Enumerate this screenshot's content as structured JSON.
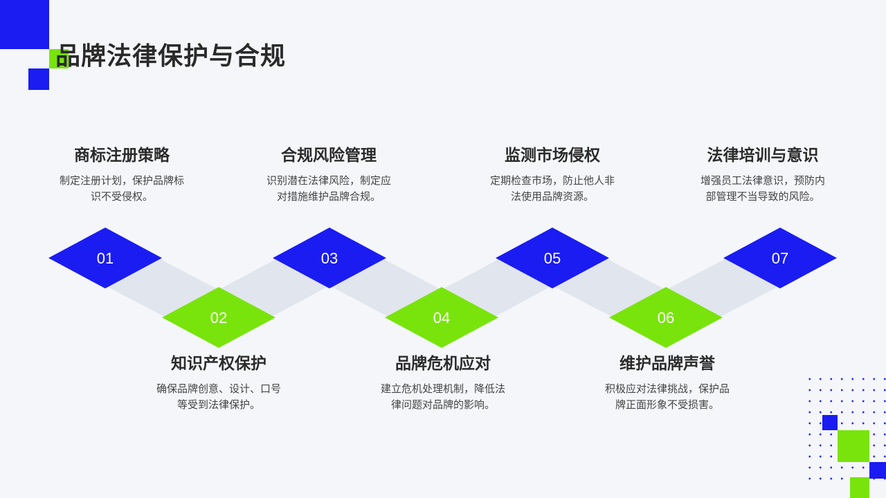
{
  "title": "品牌法律保护与合规",
  "colors": {
    "blue": "#1a1cf2",
    "green": "#79e40c",
    "band": "#e1e5ee",
    "bg": "#f4f6fa"
  },
  "steps": [
    {
      "num": "01",
      "heading": "商标注册策略",
      "desc": "制定注册计划，保护品牌标识不受侵权。"
    },
    {
      "num": "02",
      "heading": "知识产权保护",
      "desc": "确保品牌创意、设计、口号等受到法律保护。"
    },
    {
      "num": "03",
      "heading": "合规风险管理",
      "desc": "识别潜在法律风险，制定应对措施维护品牌合规。"
    },
    {
      "num": "04",
      "heading": "品牌危机应对",
      "desc": "建立危机处理机制，降低法律问题对品牌的影响。"
    },
    {
      "num": "05",
      "heading": "监测市场侵权",
      "desc": "定期检查市场，防止他人非法使用品牌资源。"
    },
    {
      "num": "06",
      "heading": "维护品牌声誉",
      "desc": "积极应对法律挑战，保护品牌正面形象不受损害。"
    },
    {
      "num": "07",
      "heading": "法律培训与意识",
      "desc": "增强员工法律意识，预防内部管理不当导致的风险。"
    }
  ]
}
